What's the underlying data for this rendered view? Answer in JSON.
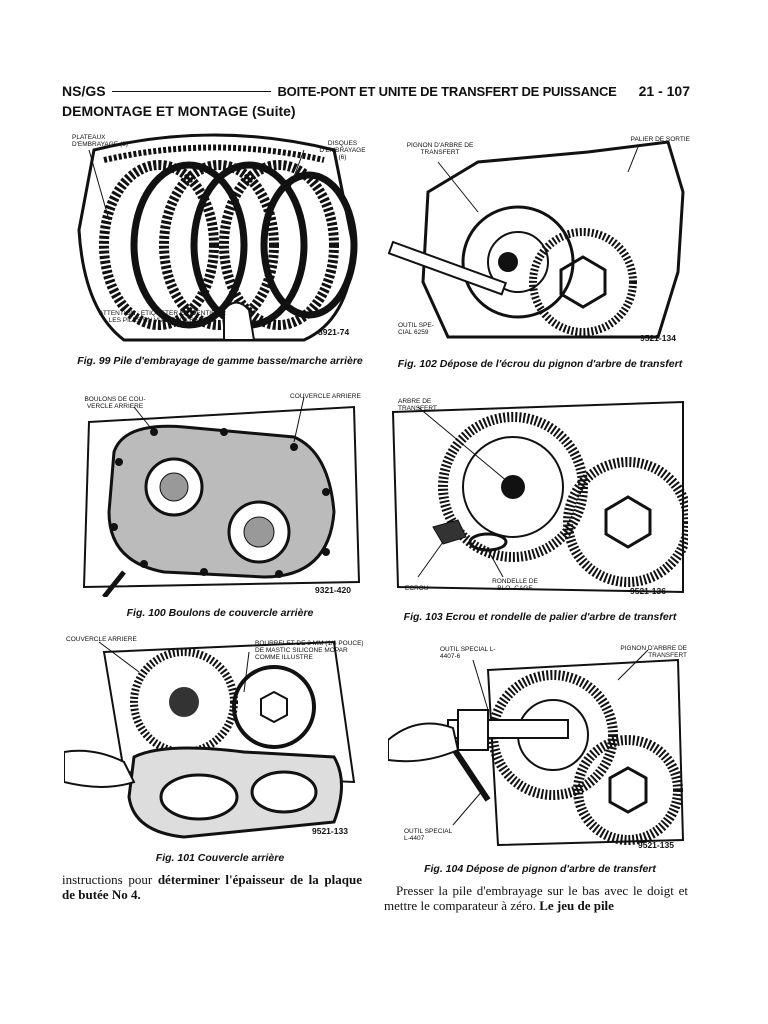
{
  "header": {
    "left": "NS/GS",
    "title": "BOITE-PONT ET UNITE DE TRANSFERT DE PUISSANCE",
    "page": "21 - 107"
  },
  "section_title": "DEMONTAGE ET MONTAGE (Suite)",
  "figures": {
    "fig99": {
      "caption": "Fig. 99 Pile d'embrayage de gamme basse/marche arrière",
      "ref": "8921-74",
      "callouts": {
        "plateaux": "PLATEAUX D'EMBRAYAGE (6)",
        "disques": "DISQUES D'EMBRAYAGE (6)",
        "attention": "ATTENTION : ETIQUETER ET IDENTIFIER LES PILES EN VUE DE LA REPOSE"
      }
    },
    "fig100": {
      "caption": "Fig. 100 Boulons de couvercle arrière",
      "ref": "9321-420",
      "callouts": {
        "boulons": "BOULONS DE COU- VERCLE ARRIERE",
        "couvercle": "COUVERCLE ARRIERE"
      }
    },
    "fig101": {
      "caption": "Fig. 101 Couvercle arrière",
      "ref": "9521-133",
      "callouts": {
        "couvercle": "COUVERCLE ARRIERE",
        "bourrelet": "BOURRELET DE 3 MM (1/8 POUCE) DE MASTIC SILICONE MOPAR COMME ILLUSTRE"
      }
    },
    "fig102": {
      "caption": "Fig. 102 Dépose de l'écrou du pignon d'arbre de transfert",
      "ref": "9521-134",
      "callouts": {
        "pignon": "PIGNON D'ARBRE DE TRANSFERT",
        "palier": "PALIER DE SORTIE",
        "outil": "OUTIL SPE- CIAL 6259"
      }
    },
    "fig103": {
      "caption": "Fig. 103 Ecrou et rondelle de palier d'arbre de transfert",
      "ref": "9521-136",
      "callouts": {
        "arbre": "ARBRE DE TRANSFERT",
        "ecrou": "ECROU",
        "rondelle": "RONDELLE DE BLO- CAGE"
      }
    },
    "fig104": {
      "caption": "Fig. 104 Dépose de pignon d'arbre de transfert",
      "ref": "9521-135",
      "callouts": {
        "outil_a": "OUTIL SPECIAL L-4407-6",
        "pignon": "PIGNON D'ARBRE DE TRANSFERT",
        "outil_b": "OUTIL SPECIAL L-4407"
      }
    }
  },
  "left_text": {
    "normal": "instructions pour ",
    "bold": "déterminer l'épaisseur de la plaque de butée No 4."
  },
  "right_text": {
    "normal": "Presser la pile d'embrayage sur le bas avec le doigt et mettre le comparateur à zéro. ",
    "bold": "Le jeu de pile"
  }
}
